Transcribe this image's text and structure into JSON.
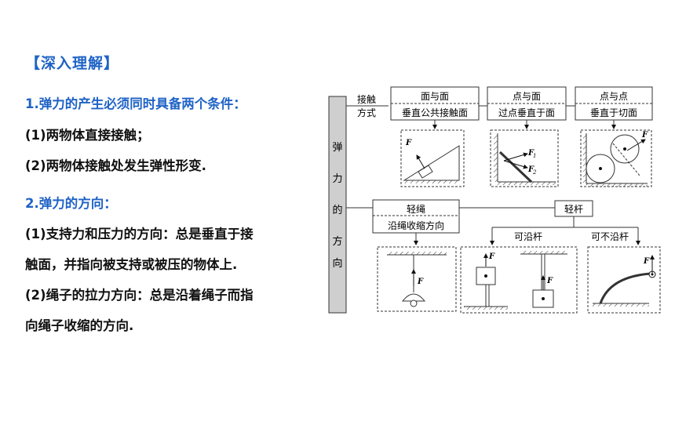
{
  "heading": "【深入理解】",
  "left_text": {
    "s1_title": "1.弹力的产生必须同时具备两个条件：",
    "s1_i1": "(1)两物体直接接触；",
    "s1_i2": "(2)两物体接触处发生弹性形变.",
    "s2_title": "2.弹力的方向：",
    "s2_i1_a": "(1)支持力和压力的方向：总是垂直于接",
    "s2_i1_b": "触面，并指向被支持或被压的物体上.",
    "s2_i2_a": "(2)绳子的拉力方向：总是沿着绳子而指",
    "s2_i2_b": "向绳子收缩的方向."
  },
  "diagram": {
    "vertical_label": [
      "弹",
      "力",
      "的",
      "方",
      "向"
    ],
    "contact_label": [
      "接触",
      "方式"
    ],
    "boxes": {
      "face_face": {
        "top": "面与面",
        "bottom": "垂直公共接触面"
      },
      "point_face": {
        "top": "点与面",
        "bottom": "过点垂直于面"
      },
      "point_point": {
        "top": "点与点",
        "bottom": "垂直于切面"
      },
      "rope": {
        "top": "轻绳",
        "bottom": "沿绳收缩方向"
      },
      "rod": {
        "top": "轻杆"
      }
    },
    "rod_along": "可沿杆",
    "rod_not_along": "可不沿杆",
    "force_F": "F",
    "force_F1": "F",
    "force_F1_sub": "1",
    "force_F2": "F",
    "force_F2_sub": "2"
  }
}
